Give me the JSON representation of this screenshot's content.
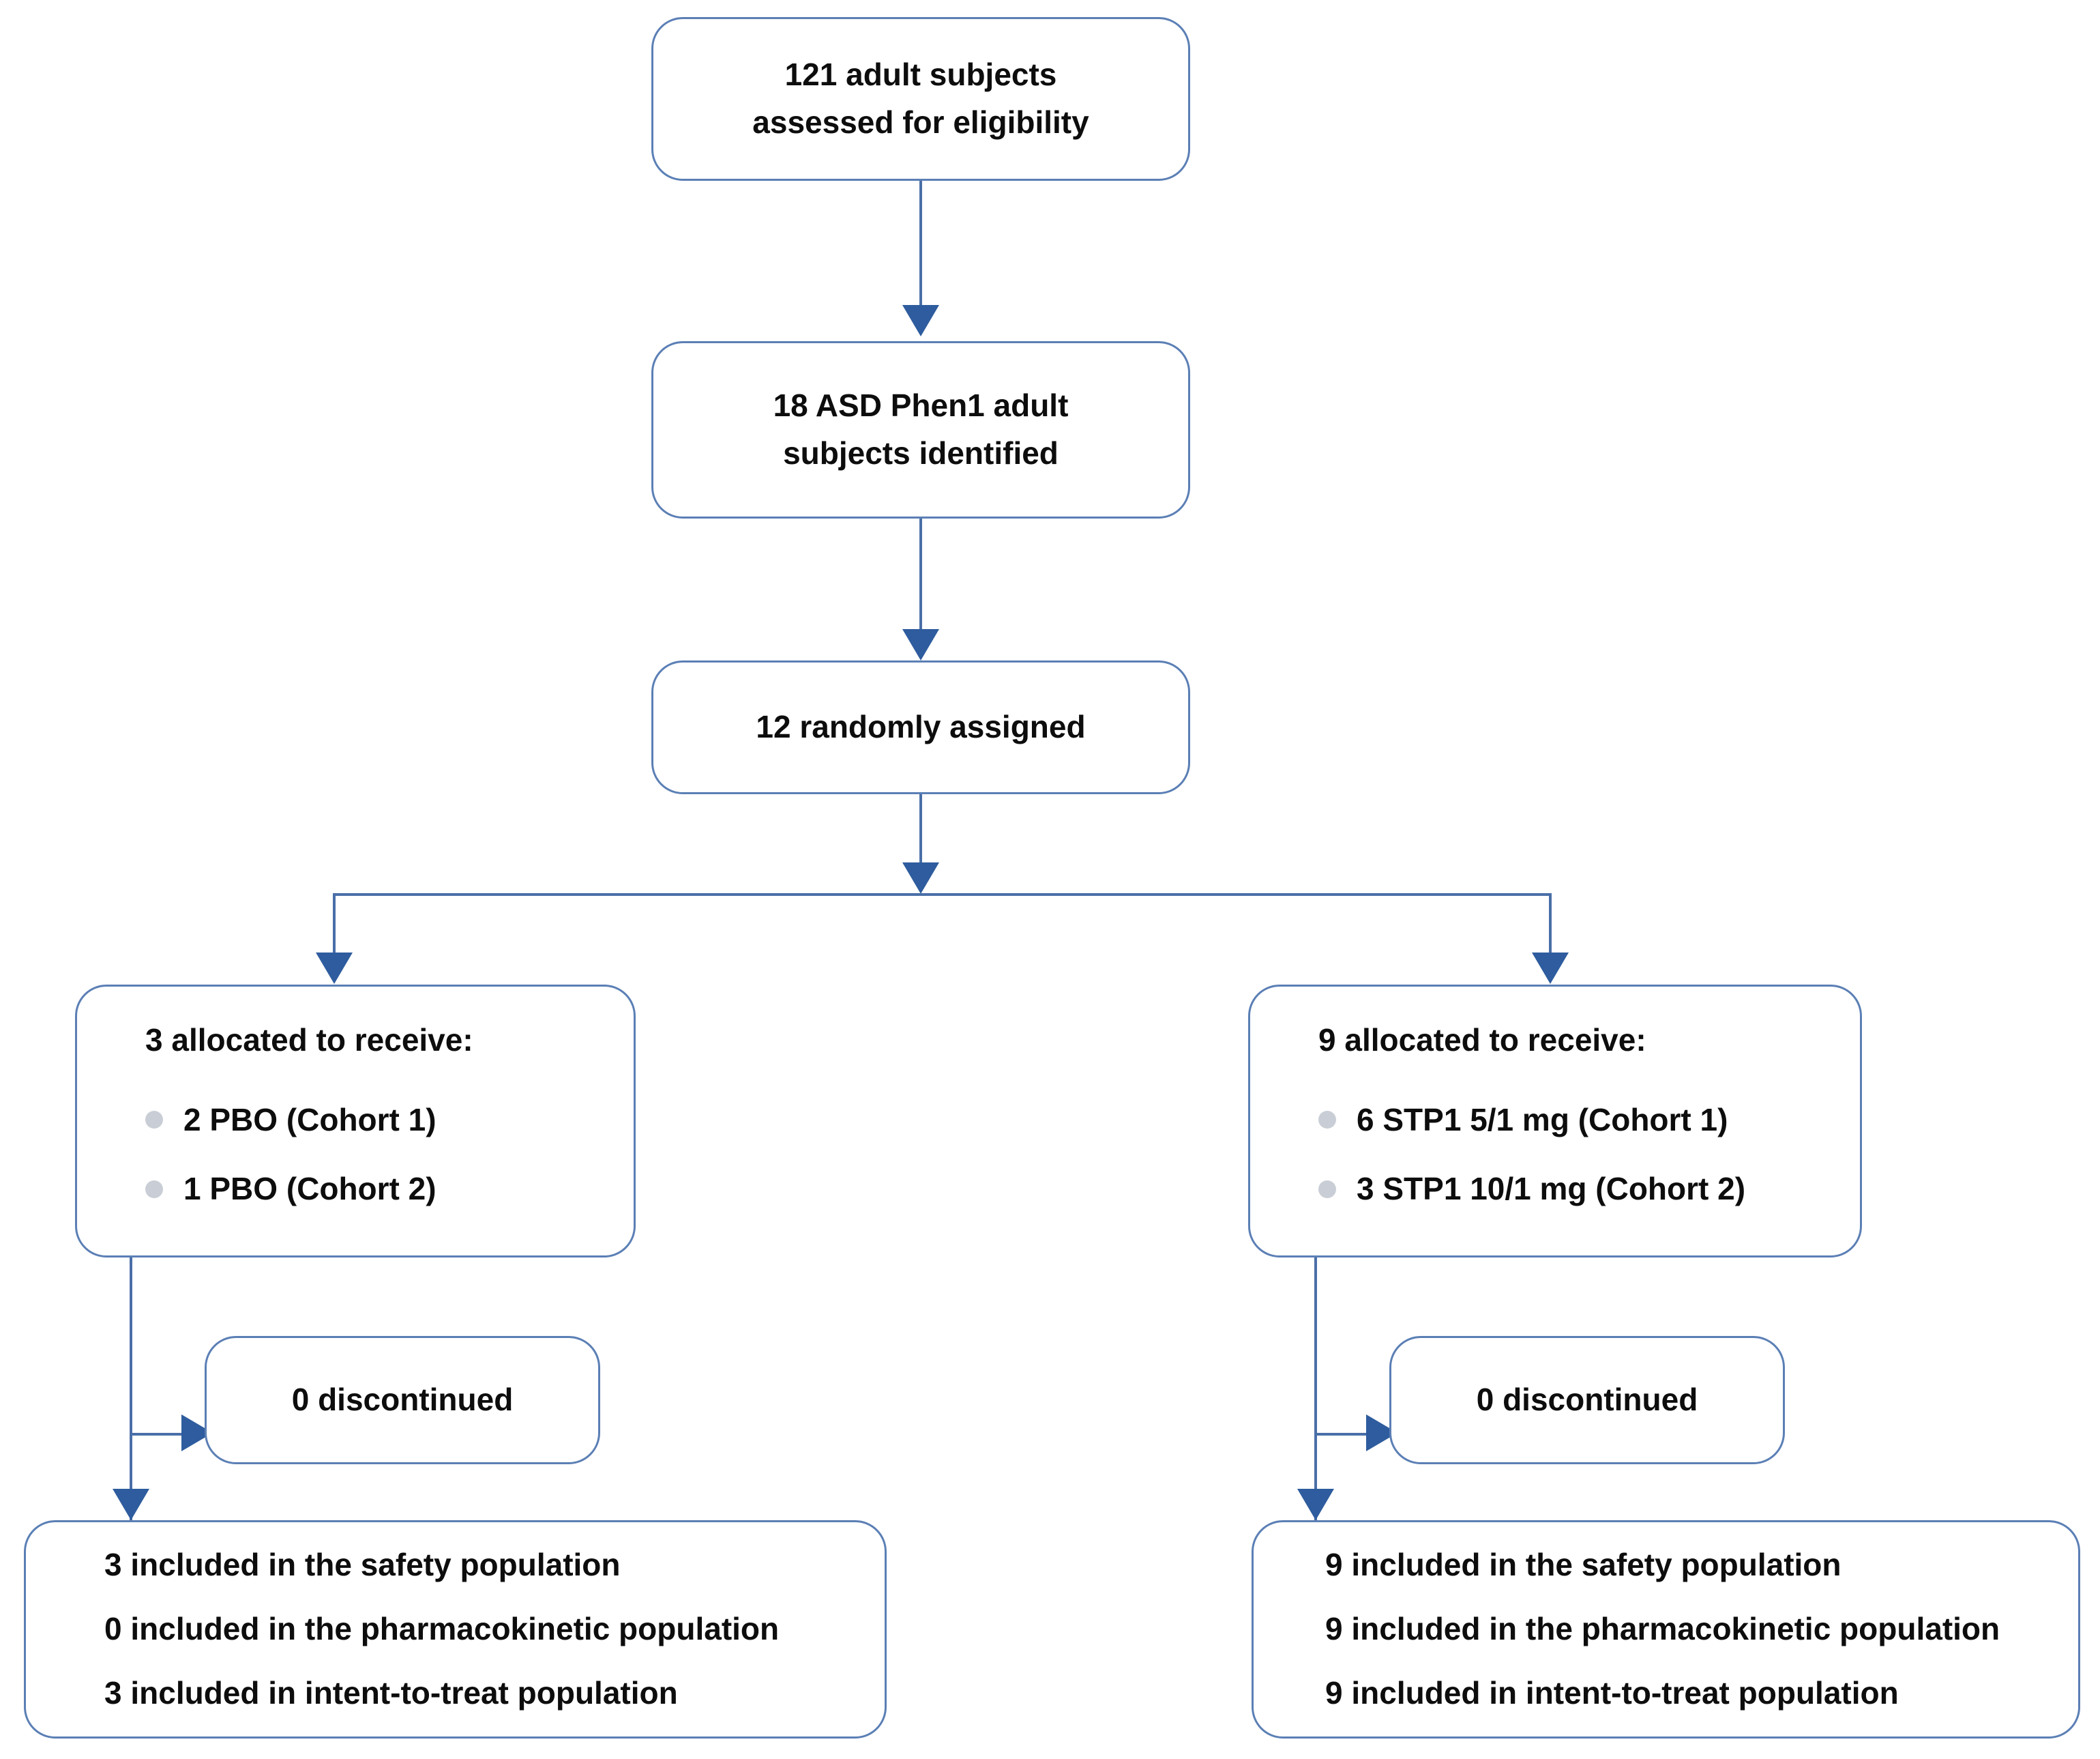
{
  "diagram": {
    "type": "CONSORT participant flow diagram",
    "accent_color": "#2E5C9E",
    "box_border_color": "#5B7FB5",
    "bullet_color": "#c9ced6",
    "nodes": {
      "screening": {
        "line1": "121 adult subjects",
        "line2": "assessed for eligibility"
      },
      "identified": {
        "line1": "18 ASD Phen1 adult",
        "line2": "subjects identified"
      },
      "randomized": {
        "line1": "12 randomly assigned"
      },
      "allocation_left": {
        "heading": "3 allocated to receive:",
        "bullets": [
          "2 PBO (Cohort 1)",
          "1 PBO (Cohort 2)"
        ]
      },
      "allocation_right": {
        "heading": "9 allocated to receive:",
        "bullets": [
          "6 STP1 5/1 mg (Cohort 1)",
          "3 STP1 10/1 mg (Cohort 2)"
        ]
      },
      "discontinued_left": {
        "label": "0 discontinued"
      },
      "discontinued_right": {
        "label": "0 discontinued"
      },
      "population_left": {
        "lines": [
          "3 included in the safety population",
          "0 included in the pharmacokinetic population",
          "3 included in intent-to-treat population"
        ]
      },
      "population_right": {
        "lines": [
          "9 included in the safety population",
          "9 included in the pharmacokinetic population",
          "9 included in intent-to-treat population"
        ]
      }
    }
  }
}
